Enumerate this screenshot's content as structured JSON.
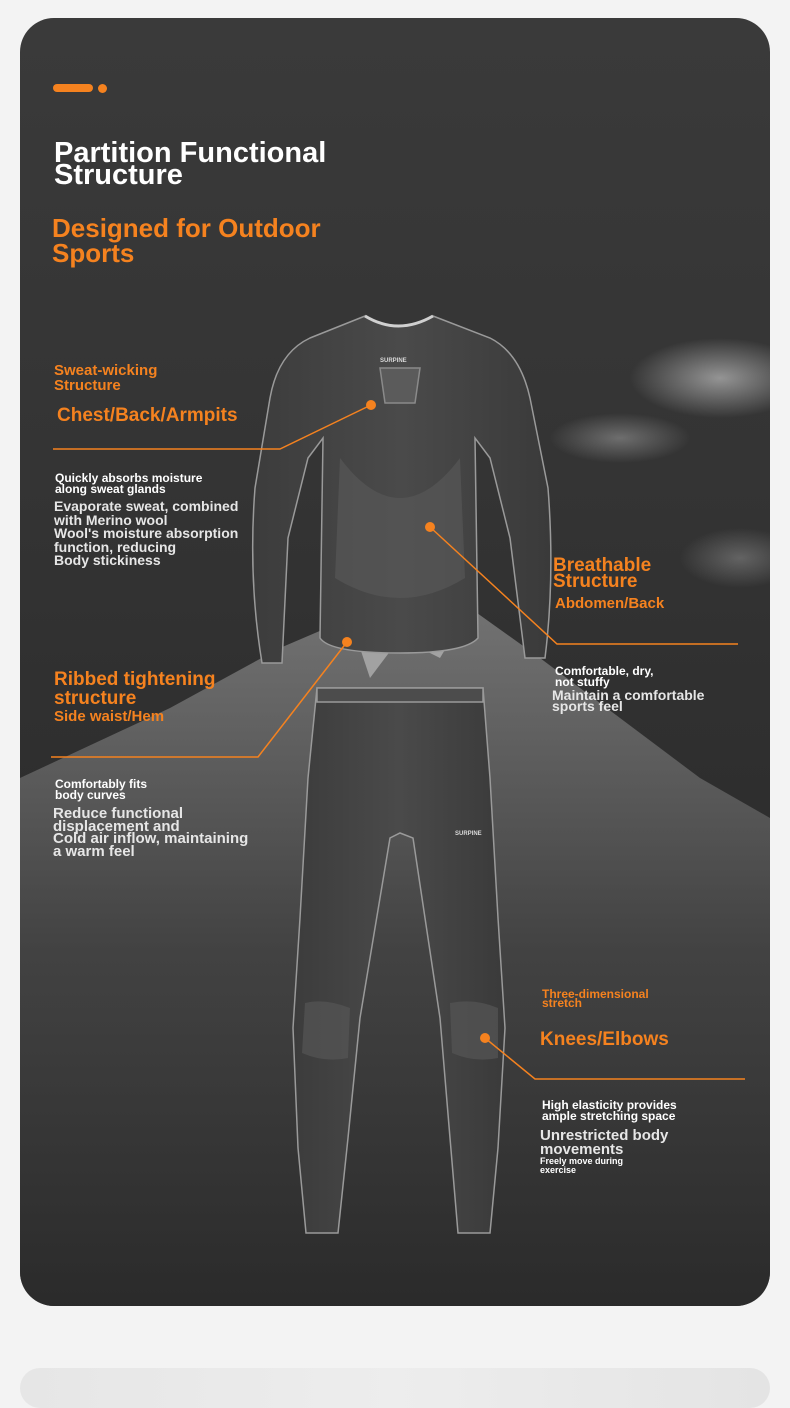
{
  "heading": {
    "title": "Partition Functional\n Structure",
    "subtitle": "Designed for Outdoor\n Sports"
  },
  "brand": {
    "logo_text": "SURPINE"
  },
  "colors": {
    "accent": "#f5821f",
    "background": "#2f2f2f",
    "text": "#ffffff",
    "body_text": "#e6e6e6"
  },
  "features": [
    {
      "title": "Sweat-wicking\n Structure",
      "zone": "Chest/Back/Armpits",
      "desc_small": "Quickly absorbs moisture\n along sweat glands",
      "desc_large": "Evaporate sweat, combined\n with Merino wool\nWool's moisture absorption\n function, reducing\nBody stickiness"
    },
    {
      "title": "Breathable\n Structure",
      "zone": "Abdomen/Back",
      "desc_small": "Comfortable, dry,\n not stuffy",
      "desc_large": "Maintain a comfortable\n sports feel"
    },
    {
      "title": "Ribbed tightening\n structure",
      "zone": "Side waist/Hem",
      "desc_small": "Comfortably fits\n body curves",
      "desc_large": "Reduce functional\n displacement and\nCold air inflow, maintaining\n a warm feel"
    },
    {
      "title": "Three-dimensional\n stretch",
      "zone": "Knees/Elbows",
      "desc_small": "High elasticity provides\n ample stretching space",
      "desc_large": "Unrestricted body\n movements",
      "desc_tiny": "Freely move during\n exercise"
    }
  ]
}
